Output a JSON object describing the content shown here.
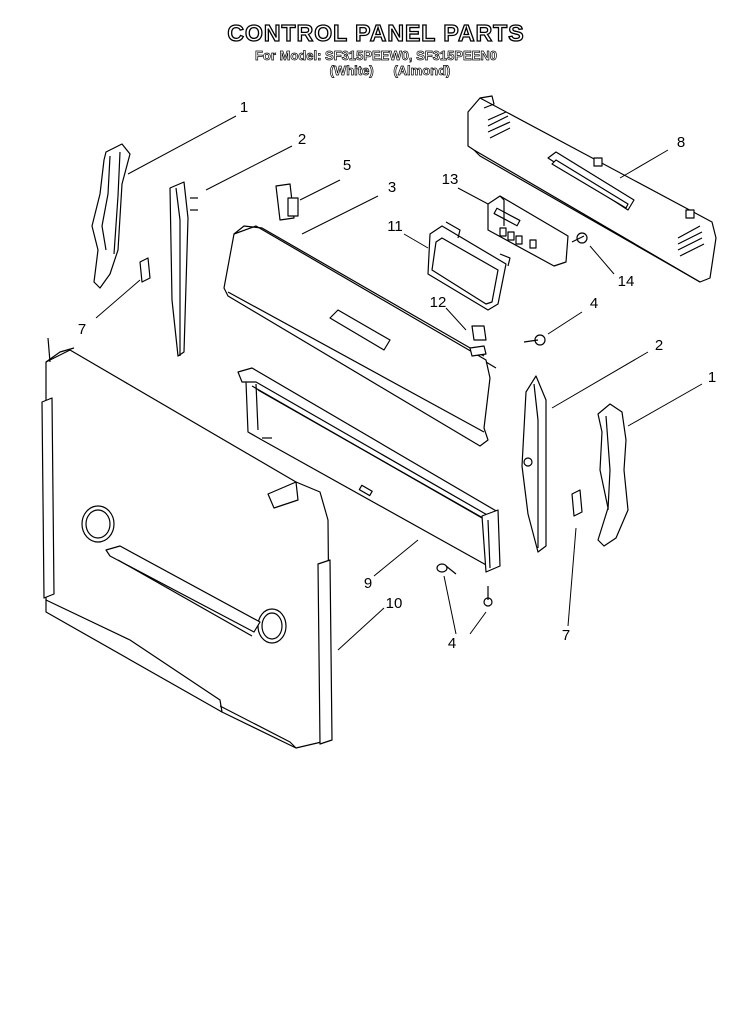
{
  "title": "CONTROL PANEL PARTS",
  "models": "For Model: SF315PEEW0, SF315PEEN0",
  "colors": [
    "(White)",
    "(Almond)"
  ],
  "callouts": [
    {
      "id": "1a",
      "label": "1"
    },
    {
      "id": "2a",
      "label": "2"
    },
    {
      "id": "5",
      "label": "5"
    },
    {
      "id": "3",
      "label": "3"
    },
    {
      "id": "13",
      "label": "13"
    },
    {
      "id": "8",
      "label": "8"
    },
    {
      "id": "11",
      "label": "11"
    },
    {
      "id": "14",
      "label": "14"
    },
    {
      "id": "7a",
      "label": "7"
    },
    {
      "id": "12",
      "label": "12"
    },
    {
      "id": "4a",
      "label": "4"
    },
    {
      "id": "2b",
      "label": "2"
    },
    {
      "id": "1b",
      "label": "1"
    },
    {
      "id": "9",
      "label": "9"
    },
    {
      "id": "10",
      "label": "10"
    },
    {
      "id": "4b",
      "label": "4"
    },
    {
      "id": "7b",
      "label": "7"
    }
  ]
}
